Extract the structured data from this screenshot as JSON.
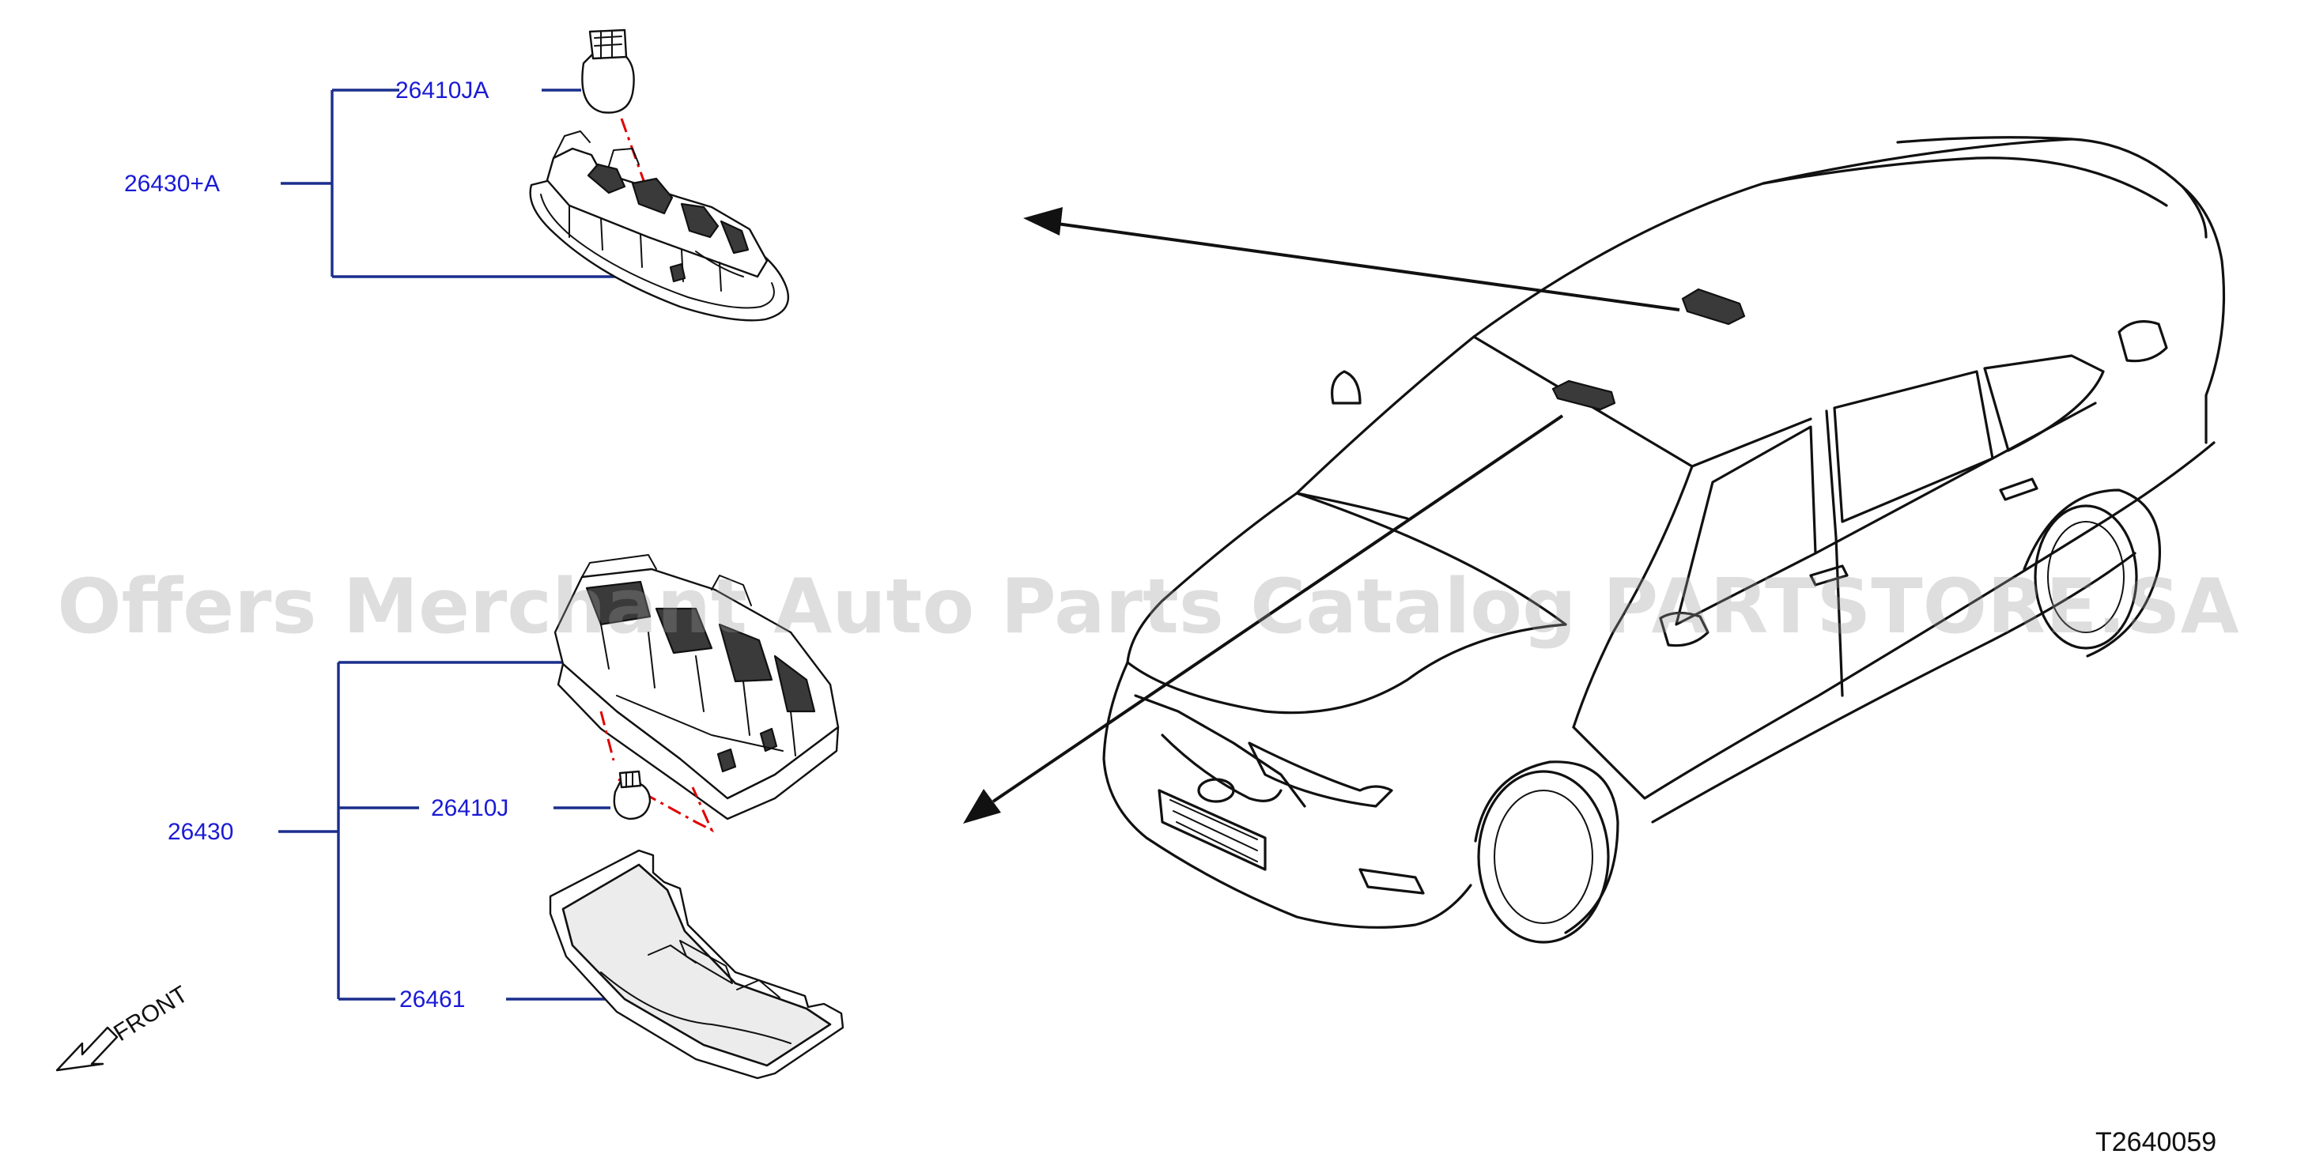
{
  "callouts": {
    "upper_assembly": "26430+A",
    "upper_bulb": "26410JA",
    "lower_assembly": "26430",
    "lower_bulb": "26410J",
    "lens_cover": "26461"
  },
  "direction": {
    "label": "FRONT",
    "icon": "front-direction-arrow-icon"
  },
  "diagram_code": "T2640059",
  "watermark": "Offers Merchant Auto Parts Catalog PARTSTORE.SA",
  "colors": {
    "callout_text": "#1a1ad6",
    "leader_line": "#1a2e8c",
    "assembly_centerline": "#e00000",
    "linework": "#111111"
  }
}
